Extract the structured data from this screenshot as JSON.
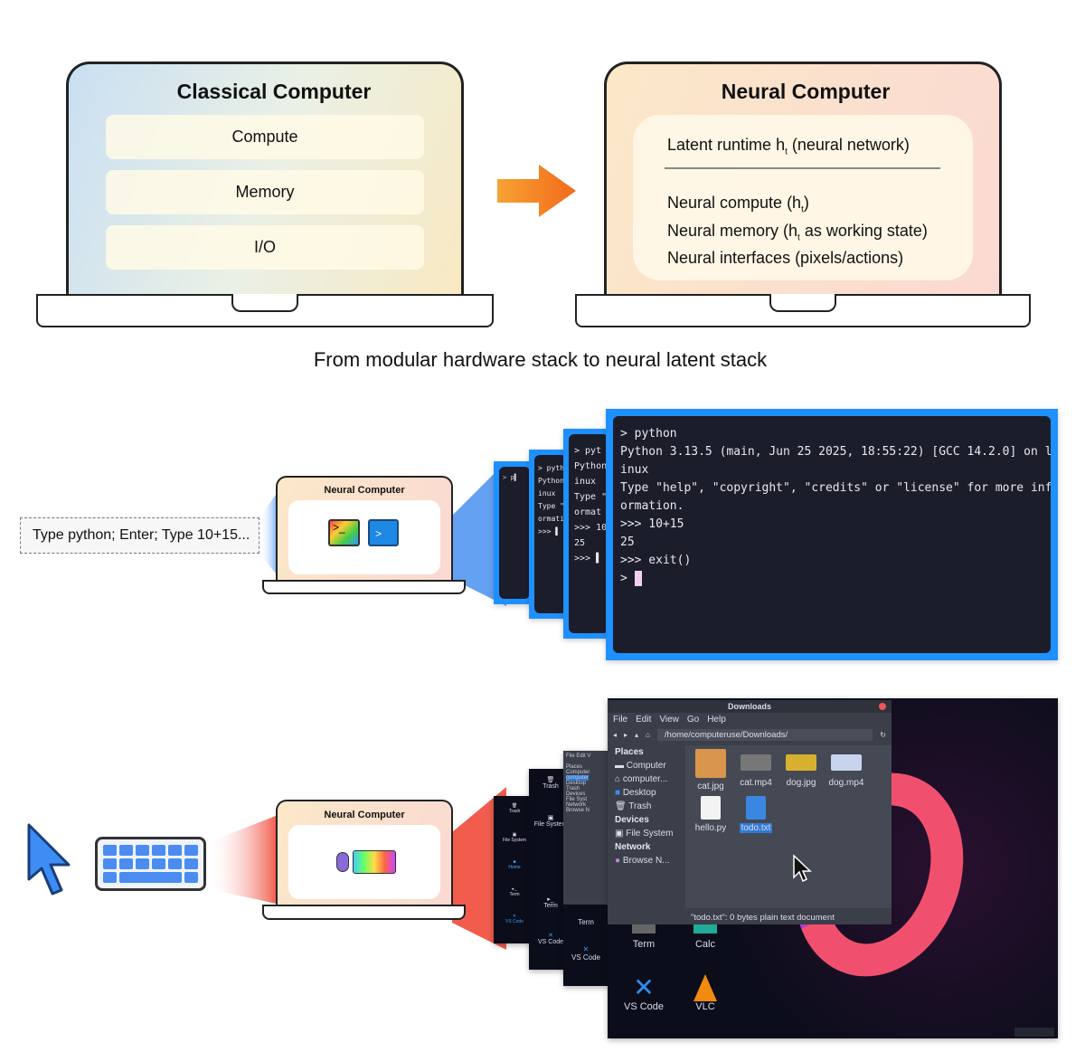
{
  "classical": {
    "title": "Classical Computer",
    "items": [
      "Compute",
      "Memory",
      "I/O"
    ]
  },
  "neural": {
    "title": "Neural Computer",
    "runtime": "Latent runtime h",
    "runtime_sub": "t",
    "runtime_suffix": " (neural network)",
    "lines": [
      {
        "pre": "Neural compute (h",
        "sub": "t",
        "post": ")"
      },
      {
        "pre": "Neural memory (h",
        "sub": "t",
        "post": " as working state)"
      },
      {
        "pre": "Neural interfaces (pixels/actions)",
        "sub": "",
        "post": ""
      }
    ]
  },
  "caption": "From modular hardware stack to neural latent stack",
  "cli_row": {
    "prompt_text": "Type python; Enter; Type 10+15...",
    "laptop_title": "Neural Computer",
    "beam_color": "#3d8df5",
    "terminal": {
      "lines": [
        "> python",
        "Python 3.13.5 (main, Jun 25 2025, 18:55:22) [GCC 14.2.0] on l",
        "inux",
        "Type \"help\", \"copyright\", \"credits\" or \"license\" for more inf",
        "ormation.",
        ">>> 10+15",
        "25",
        ">>> exit()",
        ">"
      ],
      "frame_color": "#1e90ff"
    }
  },
  "gui_row": {
    "laptop_title": "Neural Computer",
    "beam_color": "#f04a3a",
    "file_manager": {
      "title": "Downloads",
      "menu": [
        "File",
        "Edit",
        "View",
        "Go",
        "Help"
      ],
      "path": "/home/computeruse/Downloads/",
      "sections": [
        {
          "header": "Places",
          "items": [
            "Computer",
            "computer...",
            "Desktop",
            "Trash"
          ]
        },
        {
          "header": "Devices",
          "items": [
            "File System"
          ]
        },
        {
          "header": "Network",
          "items": [
            "Browse N..."
          ]
        }
      ],
      "files": [
        "cat.jpg",
        "cat.mp4",
        "dog.jpg",
        "dog.mp4",
        "hello.py",
        "todo.txt"
      ],
      "selected": "todo.txt",
      "status": "\"todo.txt\": 0 bytes plain text document"
    },
    "desktop_icons": [
      "Term",
      "Calc",
      "VS Code",
      "VLC"
    ],
    "small_icons": [
      "Trash",
      "File System",
      "Home",
      "Term",
      "VS Code"
    ]
  }
}
